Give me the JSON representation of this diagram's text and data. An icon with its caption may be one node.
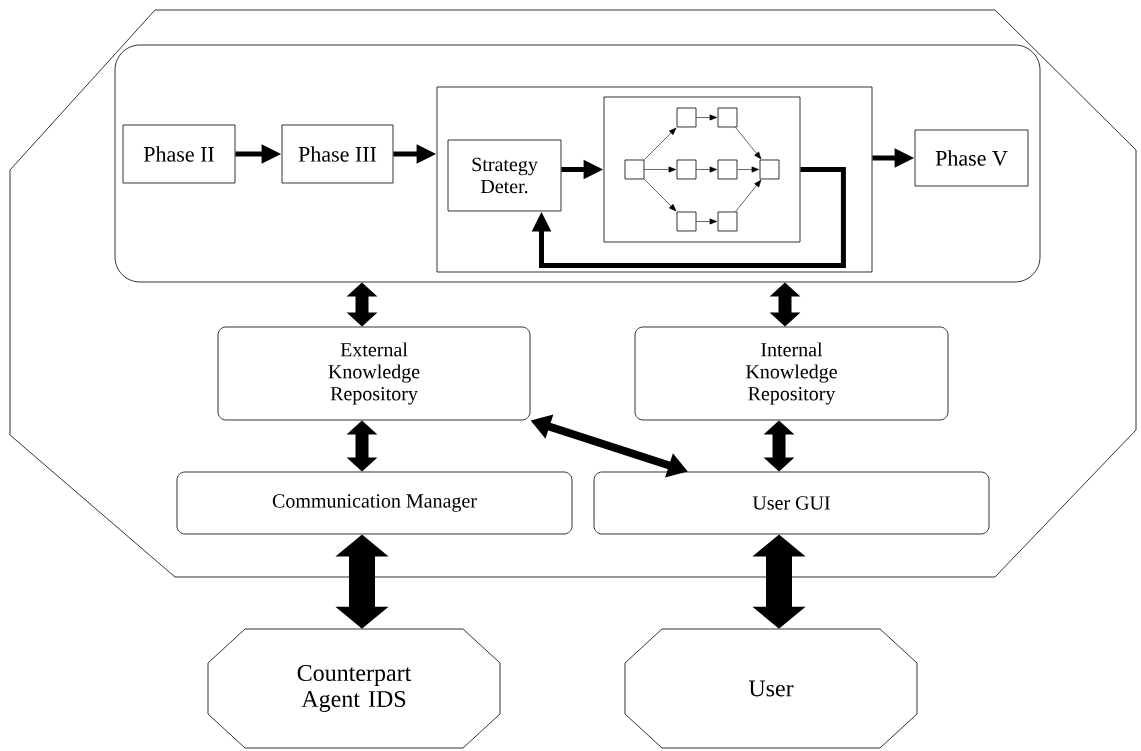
{
  "diagram": {
    "nodes": [
      {
        "text": [],
        "shape": "octagon"
      },
      {
        "text": [],
        "shape": "box",
        "in": 0
      },
      {
        "text": [
          "Phase II"
        ],
        "in": 1
      },
      {
        "text": [
          "Phase III"
        ],
        "in": 1
      },
      {
        "text": [],
        "shape": "box",
        "in": 1
      },
      {
        "text": [
          "Strategy Deter."
        ],
        "in": 4
      },
      {
        "text": [],
        "shape": "box",
        "in": 4
      },
      {
        "text": [],
        "shape": "box",
        "in": 6
      },
      {
        "text": [],
        "shape": "box",
        "in": 6
      },
      {
        "text": [],
        "shape": "box",
        "in": 6
      },
      {
        "text": [],
        "shape": "box",
        "in": 6
      },
      {
        "text": [],
        "shape": "box",
        "in": 6
      },
      {
        "text": [],
        "shape": "box",
        "in": 6
      },
      {
        "text": [],
        "shape": "box",
        "in": 6
      },
      {
        "text": [],
        "shape": "box",
        "in": 6
      },
      {
        "text": [
          "Phase V"
        ],
        "in": 1
      },
      {
        "text": [
          "External Knowledge Repository"
        ],
        "in": 0
      },
      {
        "text": [
          "Internal Knowledge Repository"
        ],
        "in": 0
      },
      {
        "text": [
          "Communication Manager"
        ],
        "in": 0
      },
      {
        "text": [
          "User GUI"
        ],
        "in": 0
      },
      {
        "text": [
          "Counterpart Agent IDS"
        ]
      },
      {
        "text": [
          "User"
        ]
      }
    ],
    "edges": [
      {
        "from": 2,
        "to": 3,
        "arrow": "to"
      },
      {
        "from": 3,
        "to": 4,
        "arrow": "to"
      },
      {
        "from": 5,
        "to": 6,
        "arrow": "to"
      },
      {
        "from": 6,
        "to": 5,
        "arrow": "to"
      },
      {
        "from": 4,
        "to": 15,
        "arrow": "to"
      },
      {
        "from": 7,
        "to": 8,
        "arrow": "to"
      },
      {
        "from": 7,
        "to": 10,
        "arrow": "to"
      },
      {
        "from": 7,
        "to": 13,
        "arrow": "to"
      },
      {
        "from": 8,
        "to": 9,
        "arrow": "to"
      },
      {
        "from": 9,
        "to": 12,
        "arrow": "to"
      },
      {
        "from": 10,
        "to": 11,
        "arrow": "to"
      },
      {
        "from": 11,
        "to": 12,
        "arrow": "to"
      },
      {
        "from": 13,
        "to": 14,
        "arrow": "to"
      },
      {
        "from": 14,
        "to": 12,
        "arrow": "to"
      },
      {
        "from": 1,
        "to": 16,
        "arrow": "both",
        "style": "thick"
      },
      {
        "from": 1,
        "to": 17,
        "arrow": "both",
        "style": "thick"
      },
      {
        "from": 16,
        "to": 18,
        "arrow": "both",
        "style": "thick"
      },
      {
        "from": 17,
        "to": 19,
        "arrow": "both",
        "style": "thick"
      },
      {
        "from": 16,
        "to": 19,
        "arrow": "both"
      },
      {
        "from": 18,
        "to": 20,
        "arrow": "both",
        "style": "thick"
      },
      {
        "from": 19,
        "to": 21,
        "arrow": "both",
        "style": "thick"
      }
    ]
  }
}
